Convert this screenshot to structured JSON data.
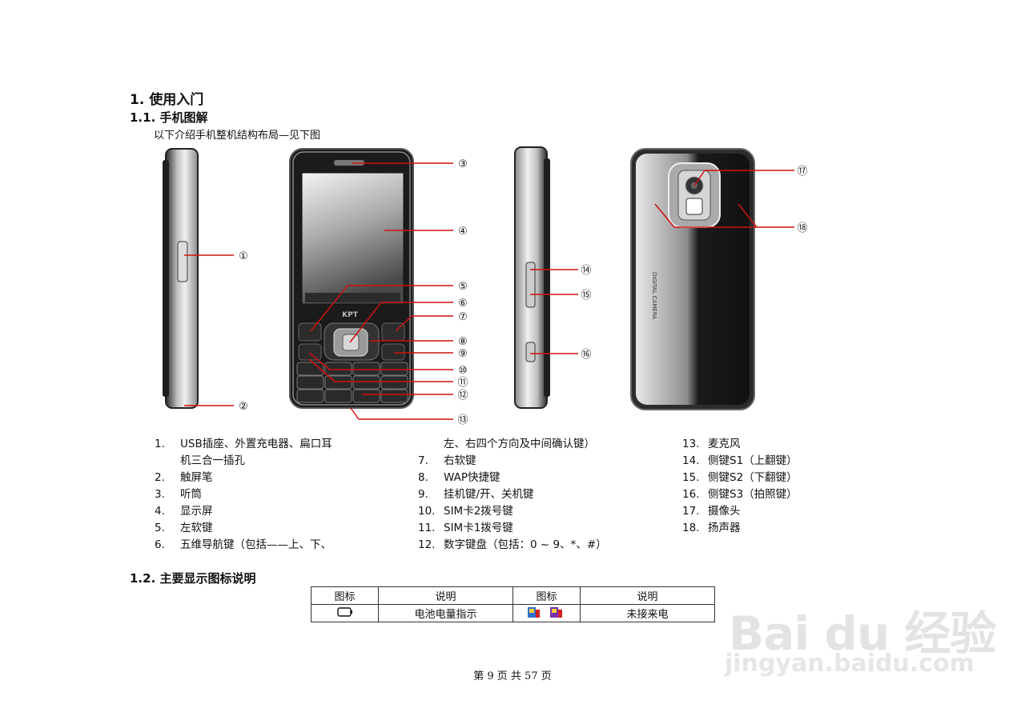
{
  "section": {
    "title": "1.  使用入门",
    "subtitle": "1.1.  手机图解",
    "intro": "以下介绍手机整机结构布局—见下图"
  },
  "callouts": [
    "①",
    "②",
    "③",
    "④",
    "⑤",
    "⑥",
    "⑦",
    "⑧",
    "⑨",
    "⑩",
    "⑪",
    "⑫",
    "⑬",
    "⑭",
    "⑮",
    "⑯",
    "⑰",
    "⑱"
  ],
  "phone": {
    "brand": "KPT",
    "back_label": "DIGITAL CAMERA"
  },
  "legend": {
    "col1": [
      {
        "num": "1.",
        "text": "USB插座、外置充电器、扁口耳"
      },
      {
        "num": "",
        "text": "机三合一插孔"
      },
      {
        "num": "2.",
        "text": "触屏笔"
      },
      {
        "num": "3.",
        "text": "听筒"
      },
      {
        "num": "4.",
        "text": "显示屏"
      },
      {
        "num": "5.",
        "text": "左软键"
      },
      {
        "num": "6.",
        "text": "五维导航键（包括——上、下、"
      }
    ],
    "col2": [
      {
        "num": "",
        "text": "左、右四个方向及中间确认键）"
      },
      {
        "num": "7.",
        "text": "右软键"
      },
      {
        "num": "8.",
        "text": "WAP快捷键"
      },
      {
        "num": "9.",
        "text": "挂机键/开、关机键"
      },
      {
        "num": "10.",
        "text": "SIM卡2拨号键"
      },
      {
        "num": "11.",
        "text": "SIM卡1拨号键"
      },
      {
        "num": "12.",
        "text": "数字键盘（包括：0 ~ 9、*、#）"
      }
    ],
    "col3": [
      {
        "num": "13.",
        "text": "麦克风"
      },
      {
        "num": "14.",
        "text": "侧键S1（上翻键）"
      },
      {
        "num": "15.",
        "text": "侧键S2（下翻键）"
      },
      {
        "num": "16.",
        "text": "侧键S3（拍照键）"
      },
      {
        "num": "17.",
        "text": "摄像头"
      },
      {
        "num": "18.",
        "text": "扬声器"
      }
    ]
  },
  "icons_section": {
    "title": "1.2.  主要显示图标说明",
    "headers": [
      "图标",
      "说明",
      "图标",
      "说明"
    ],
    "row": [
      "电池电量指示",
      "未接来电"
    ]
  },
  "footer": "第 9 页 共 57 页",
  "watermark": {
    "brand": "Bai du 经验",
    "url": "jingyan.baidu.com"
  },
  "colors": {
    "callout_line": "#d01010",
    "text": "#111111"
  }
}
